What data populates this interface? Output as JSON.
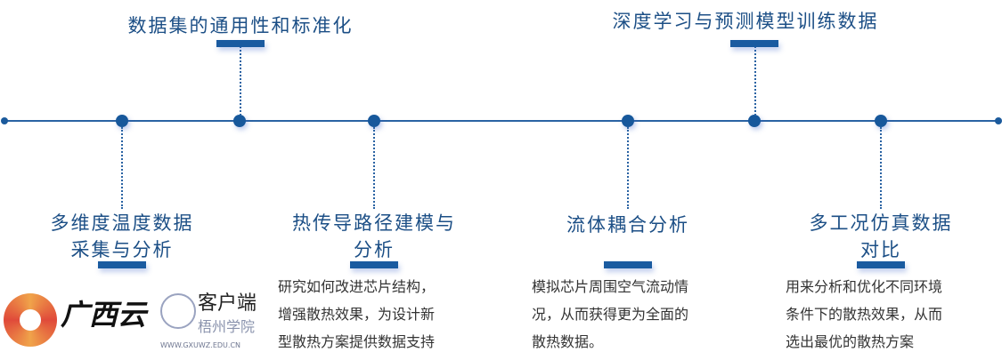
{
  "top_items": [
    {
      "title": "数据集的通用性和标准化"
    },
    {
      "title": "深度学习与预测模型训练数据"
    }
  ],
  "bottom_items": [
    {
      "title_lines": [
        "多维度温度数据",
        "采集与分析"
      ],
      "desc": []
    },
    {
      "title_lines": [
        "热传导路径建模与",
        "分析"
      ],
      "desc": [
        "研究如何改进芯片结构，",
        "增强散热效果，为设计新",
        "型散热方案提供数据支持"
      ]
    },
    {
      "title_lines": [
        "流体耦合分析"
      ],
      "desc": [
        "模拟芯片周围空气流动情",
        "况，从而获得更为全面的",
        "散热数据。"
      ]
    },
    {
      "title_lines": [
        "多工况仿真数据",
        "对比"
      ],
      "desc": [
        "用来分析和优化不同环境",
        "条件下的散热效果，从而",
        "选出最优的散热方案"
      ]
    }
  ],
  "watermark": {
    "brand": "广西云",
    "suffix": "客户端",
    "school": "梧州学院",
    "url": "WWW.GXUWZ.EDU.CN"
  },
  "colors": {
    "primary": "#17589b",
    "title": "#1c4f86"
  }
}
